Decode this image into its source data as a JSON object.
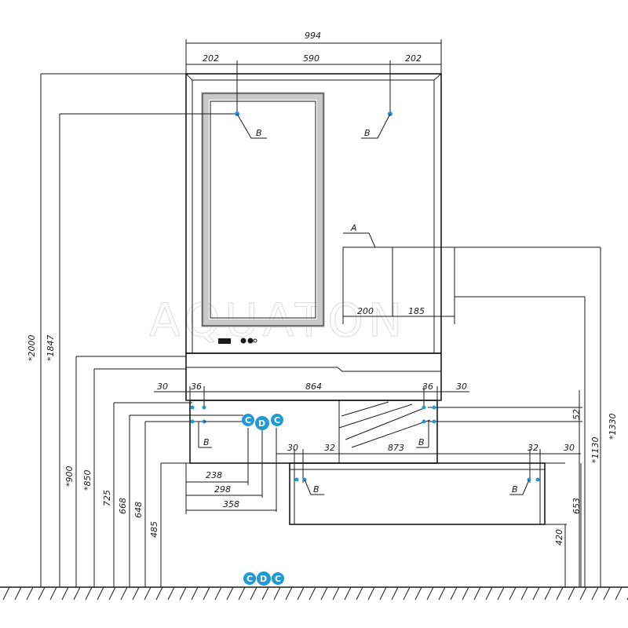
{
  "watermark": "AQUATON",
  "dimensions": {
    "top_width": "994",
    "top_left": "202",
    "top_mid": "590",
    "top_right": "202",
    "left_2000": "*2000",
    "left_1847": "*1847",
    "left_900": "*900",
    "left_850": "*850",
    "left_725": "725",
    "left_668": "668",
    "left_648": "648",
    "left_485": "485",
    "row1_30a": "30",
    "row1_36a": "36",
    "row1_864": "864",
    "row1_36b": "36",
    "row1_30b": "30",
    "row2_30a": "30",
    "row2_32a": "32",
    "row2_873": "873",
    "row2_32b": "32",
    "row2_30b": "30",
    "box_200": "200",
    "box_185": "185",
    "bottom_238": "238",
    "bottom_298": "298",
    "bottom_358": "358",
    "right_52": "52",
    "right_1130": "*1130",
    "right_1330": "*1330",
    "right_653": "653",
    "right_420": "420"
  },
  "labels": {
    "callout_a": "A",
    "fix_b": "B"
  },
  "cdc_marks": [
    "C",
    "D",
    "C"
  ],
  "colors": {
    "accent": "#1f9ad6",
    "line": "#1a1a1a"
  }
}
